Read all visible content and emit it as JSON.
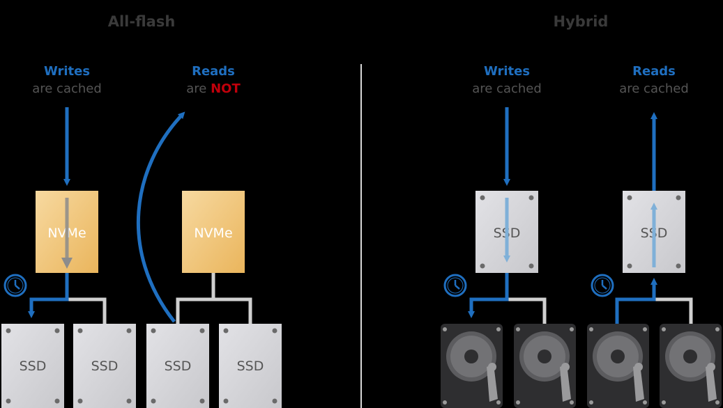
{
  "sections": {
    "all_flash": {
      "title": "All-flash",
      "writes": {
        "title": "Writes",
        "sub": "are cached"
      },
      "reads": {
        "title": "Reads",
        "sub_prefix": "are",
        "sub_emphasis": "NOT"
      },
      "cache_drives": [
        "NVMe",
        "NVMe"
      ],
      "capacity_drives": [
        "SSD",
        "SSD",
        "SSD",
        "SSD"
      ]
    },
    "hybrid": {
      "title": "Hybrid",
      "writes": {
        "title": "Writes",
        "sub": "are cached"
      },
      "reads": {
        "title": "Reads",
        "sub": "are cached"
      },
      "cache_drives": [
        "SSD",
        "SSD"
      ],
      "capacity_drives": [
        "hdd",
        "hdd",
        "hdd",
        "hdd"
      ]
    }
  },
  "colors": {
    "background": "#000000",
    "arrow_blue": "#1f6fc0",
    "arrow_light": "#7fb0d8",
    "nvme_gold": "#f2c36f",
    "ssd_gray": "#d4d4d8",
    "hdd_dark": "#3a3a3a",
    "connector_gray": "#d0d0d0",
    "emphasis_red": "#c0000b"
  },
  "icons": [
    "clock-icon",
    "hard-disk-icon"
  ]
}
